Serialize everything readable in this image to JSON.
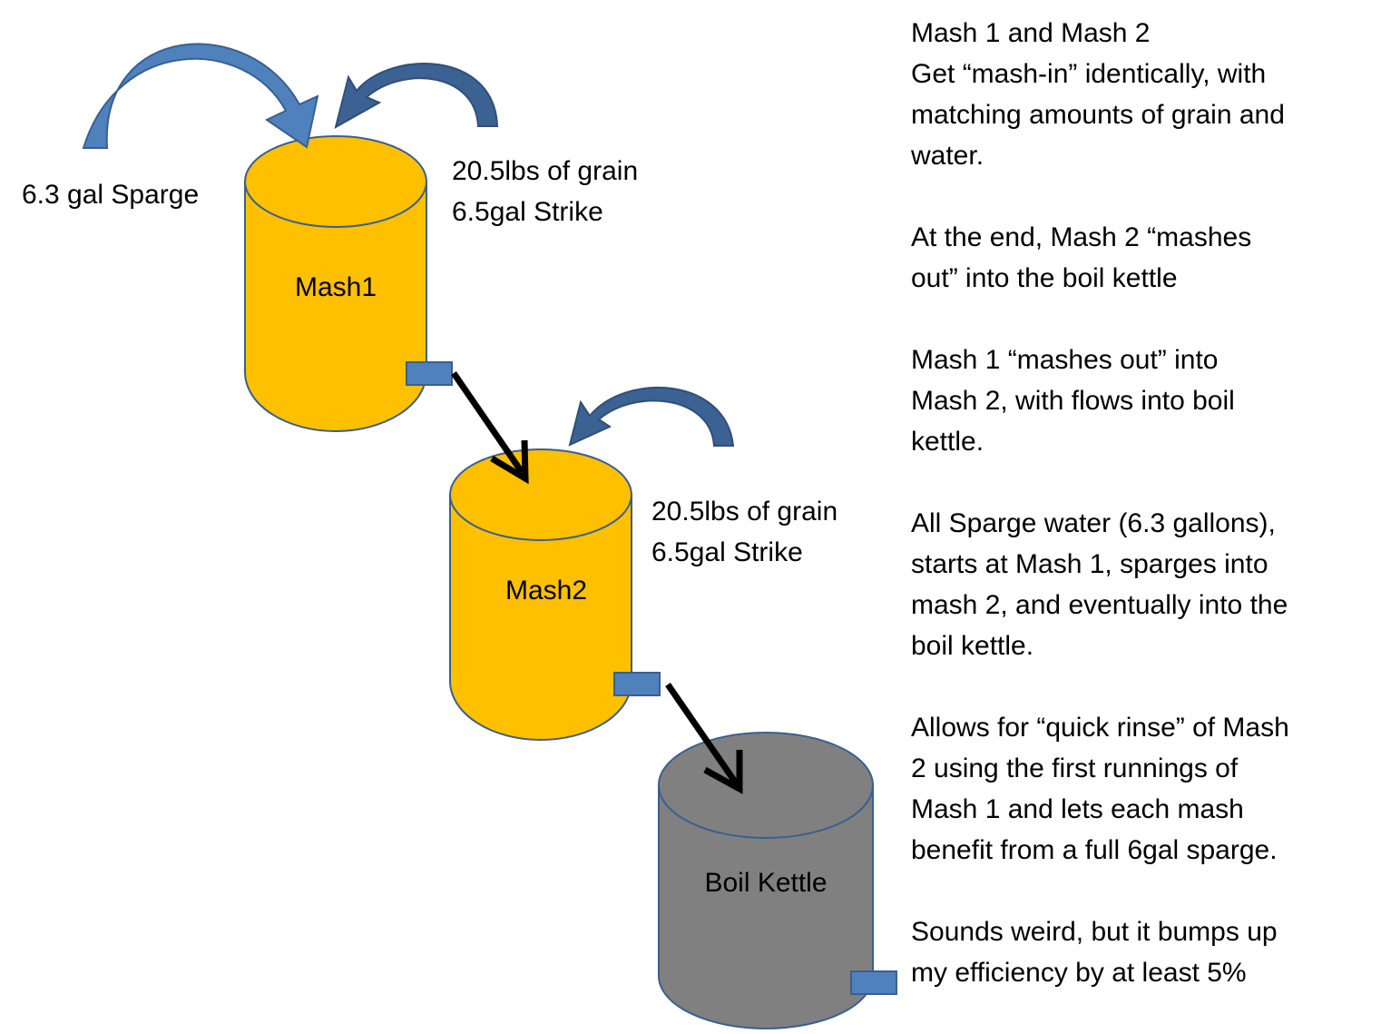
{
  "vessels": {
    "mash1": {
      "label": "Mash1",
      "grain": "20.5lbs of grain",
      "strike": "6.5gal Strike"
    },
    "mash2": {
      "label": "Mash2",
      "grain": "20.5lbs of grain",
      "strike": "6.5gal Strike"
    },
    "kettle": {
      "label": "Boil Kettle"
    }
  },
  "sparge_label": "6.3 gal Sparge",
  "notes": [
    [
      "Mash 1 and Mash 2",
      "Get “mash-in” identically, with",
      "matching amounts of grain and",
      "water."
    ],
    [
      "At the end, Mash 2 “mashes",
      "out” into the boil kettle"
    ],
    [
      "Mash 1 “mashes out” into",
      "Mash 2, with flows into boil",
      "kettle."
    ],
    [
      "All Sparge water (6.3 gallons),",
      "starts at Mash 1, sparges into",
      "mash 2, and eventually into the",
      "boil kettle."
    ],
    [
      "Allows for “quick rinse” of Mash",
      "2 using the first runnings of",
      "Mash 1 and lets each mash",
      "benefit from a full 6gal sparge."
    ],
    [
      "Sounds weird, but it bumps up",
      "my efficiency by at least 5%"
    ]
  ],
  "colors": {
    "mash_fill": "#FFC000",
    "kettle_fill": "#808080",
    "outline": "#3A5F8F",
    "arrow_blue_light": "#4F81BD",
    "arrow_blue_dark": "#3B6292",
    "valve_fill": "#4F81BD",
    "flow_arrow": "#000000"
  }
}
